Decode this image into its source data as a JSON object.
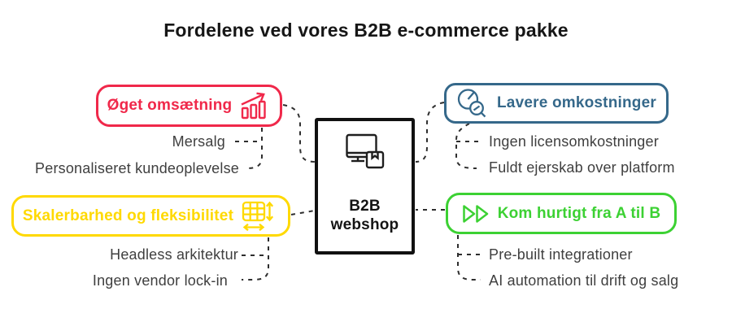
{
  "title": "Fordelene ved vores B2B e-commerce pakke",
  "center_node": {
    "icon": "monitor-package-icon",
    "line1": "B2B",
    "line2": "webshop"
  },
  "branches": [
    {
      "key": "oget-omsaetning",
      "label": "Øget omsætning",
      "icon": "bar-chart-growth-icon",
      "color": "#f0284a",
      "items": [
        "Mersalg",
        "Personaliseret kundeoplevelse"
      ]
    },
    {
      "key": "lavere-omkostninger",
      "label": "Lavere omkostninger",
      "icon": "pie-chart-magnifier-icon",
      "color": "#35688a",
      "items": [
        "Ingen licensomkostninger",
        "Fuldt ejerskab over platform"
      ]
    },
    {
      "key": "skalerbarhed-og-fleksibilitet",
      "label": "Skalerbarhed og fleksibilitet",
      "icon": "grid-resize-icon",
      "color": "#ffd900",
      "items": [
        "Headless arkitektur",
        "Ingen vendor lock-in"
      ]
    },
    {
      "key": "kom-hurtigt-fra-a-til-b",
      "label": "Kom hurtigt fra A til B",
      "icon": "fast-forward-icon",
      "color": "#3cd133",
      "items": [
        "Pre-built integrationer",
        "AI automation til drift og salg"
      ]
    }
  ],
  "colors": {
    "background": "#ffffff",
    "title_text": "#161616",
    "item_text": "#3f3f3f",
    "connector": "#2e2e2e",
    "center_border": "#111111",
    "red": "#f0284a",
    "blue": "#35688a",
    "yellow": "#ffd900",
    "green": "#3cd133"
  }
}
